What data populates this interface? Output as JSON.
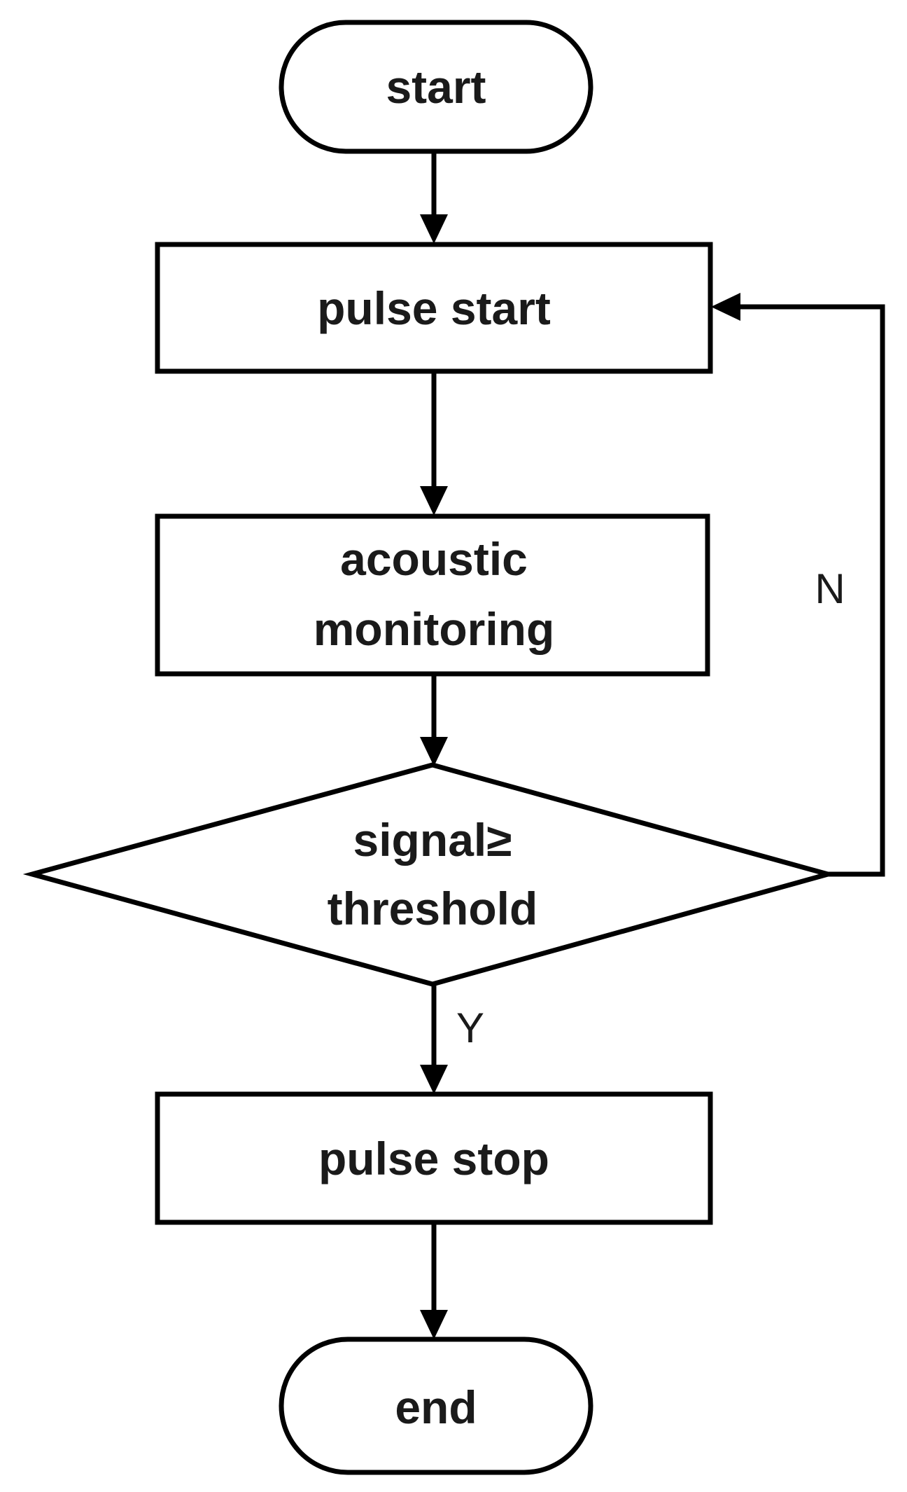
{
  "diagram": {
    "type": "flowchart",
    "title": "",
    "background_color": "#ffffff",
    "line_color": "#000000",
    "text_color": "#1a1a1a",
    "nodes": [
      {
        "id": "start",
        "shape": "terminator",
        "label": "start"
      },
      {
        "id": "pulse_start",
        "shape": "process",
        "label": "pulse start"
      },
      {
        "id": "acoustic",
        "shape": "process",
        "label_line1": "acoustic",
        "label_line2": "monitoring"
      },
      {
        "id": "decision",
        "shape": "decision",
        "label_line1": "signal≥",
        "label_line2": "threshold"
      },
      {
        "id": "pulse_stop",
        "shape": "process",
        "label": "pulse stop"
      },
      {
        "id": "end",
        "shape": "terminator",
        "label": "end"
      }
    ],
    "edges": [
      {
        "id": "e1",
        "from": "start",
        "to": "pulse_start",
        "label": ""
      },
      {
        "id": "e2",
        "from": "pulse_start",
        "to": "acoustic",
        "label": ""
      },
      {
        "id": "e3",
        "from": "acoustic",
        "to": "decision",
        "label": ""
      },
      {
        "id": "e4",
        "from": "decision",
        "to": "pulse_stop",
        "label": "Y"
      },
      {
        "id": "e5",
        "from": "decision",
        "to": "pulse_start",
        "label": "N"
      },
      {
        "id": "e6",
        "from": "pulse_stop",
        "to": "end",
        "label": ""
      }
    ]
  }
}
